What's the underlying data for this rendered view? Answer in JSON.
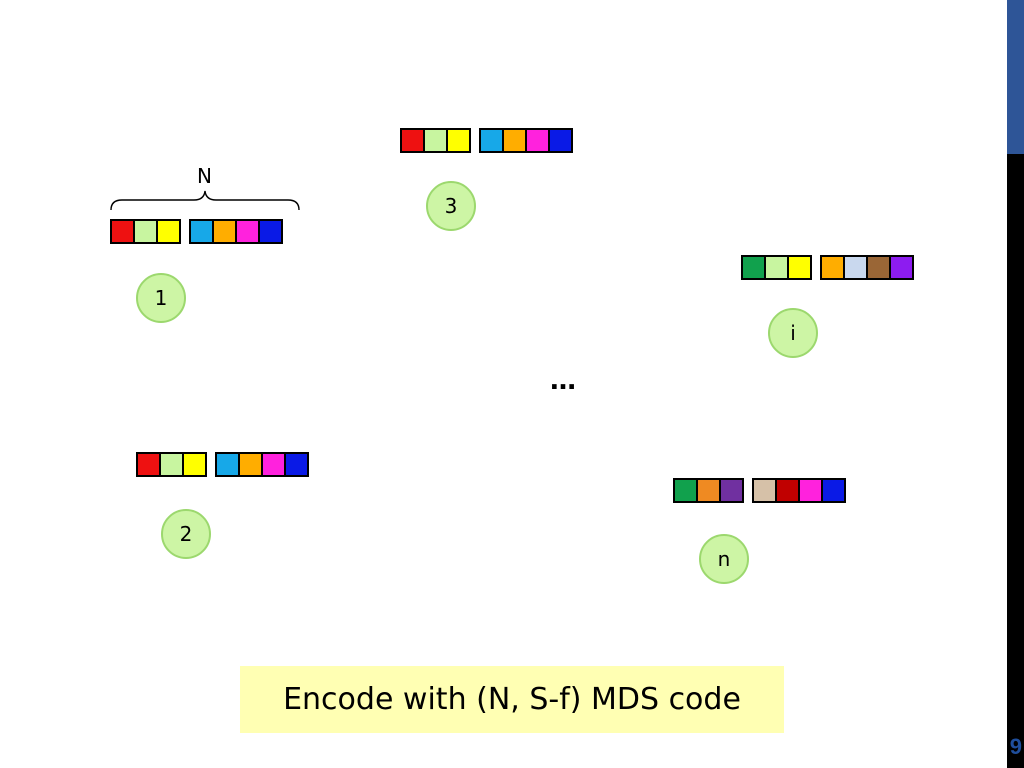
{
  "slide": {
    "number": "9"
  },
  "colors": {
    "red": "#ee1111",
    "lightgreen": "#c8f5a0",
    "yellow": "#ffff00",
    "cyan": "#17a8e8",
    "orange": "#ffad00",
    "magenta": "#ff22dd",
    "blue": "#0a1ae6",
    "green": "#11a14d",
    "lavender": "#c9d8ee",
    "brown": "#9a6636",
    "purple": "#8d1cf0",
    "orange2": "#ef8a22",
    "violet": "#7030a0",
    "tan": "#d6c1a8",
    "darkred": "#c00000"
  },
  "nodes": [
    {
      "label": "1",
      "brace_label": "N",
      "groups": [
        [
          "red",
          "lightgreen",
          "yellow"
        ],
        [
          "cyan",
          "orange",
          "magenta",
          "blue"
        ]
      ]
    },
    {
      "label": "2",
      "groups": [
        [
          "red",
          "lightgreen",
          "yellow"
        ],
        [
          "cyan",
          "orange",
          "magenta",
          "blue"
        ]
      ]
    },
    {
      "label": "3",
      "groups": [
        [
          "red",
          "lightgreen",
          "yellow"
        ],
        [
          "cyan",
          "orange",
          "magenta",
          "blue"
        ]
      ]
    },
    {
      "label": "i",
      "groups": [
        [
          "green",
          "lightgreen",
          "yellow"
        ],
        [
          "orange",
          "lavender",
          "brown",
          "purple"
        ]
      ]
    },
    {
      "label": "n",
      "groups": [
        [
          "green",
          "orange2",
          "violet"
        ],
        [
          "tan",
          "darkred",
          "magenta",
          "blue"
        ]
      ]
    }
  ],
  "ellipsis": "…",
  "caption": "Encode with (N, S-f) MDS code"
}
